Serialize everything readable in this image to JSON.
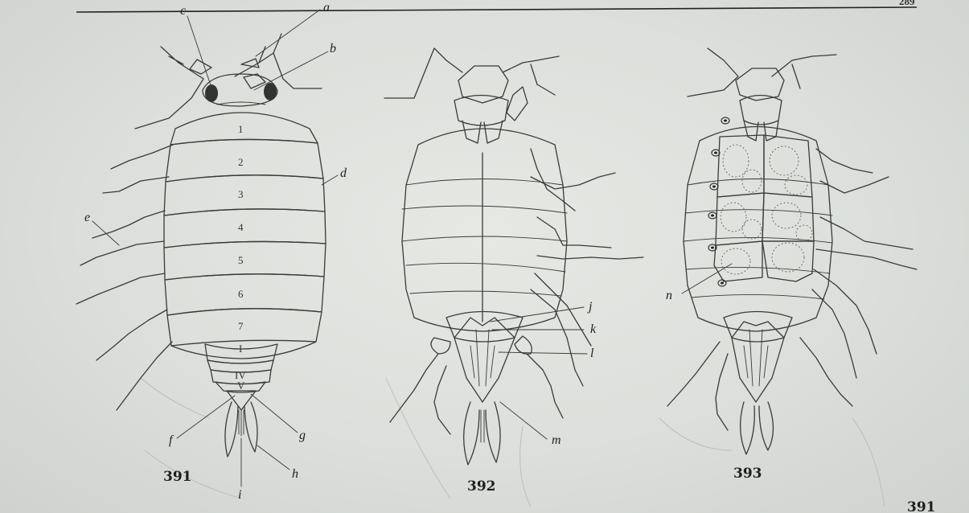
{
  "page_header": {
    "number": "289"
  },
  "figures": [
    {
      "number": "391",
      "segments": [
        "1",
        "2",
        "3",
        "4",
        "5",
        "6",
        "7"
      ],
      "pleon_segments": [
        "I",
        "IV",
        "V"
      ],
      "labels": [
        "a",
        "b",
        "c",
        "d",
        "e",
        "f",
        "g",
        "h",
        "i"
      ]
    },
    {
      "number": "392",
      "labels": [
        "j",
        "k",
        "l",
        "m"
      ]
    },
    {
      "number": "393",
      "labels": [
        "n"
      ]
    }
  ],
  "footer_fragment": "391",
  "colors": {
    "paper": "#dcdfdb",
    "ink": "#2e2e2e"
  }
}
